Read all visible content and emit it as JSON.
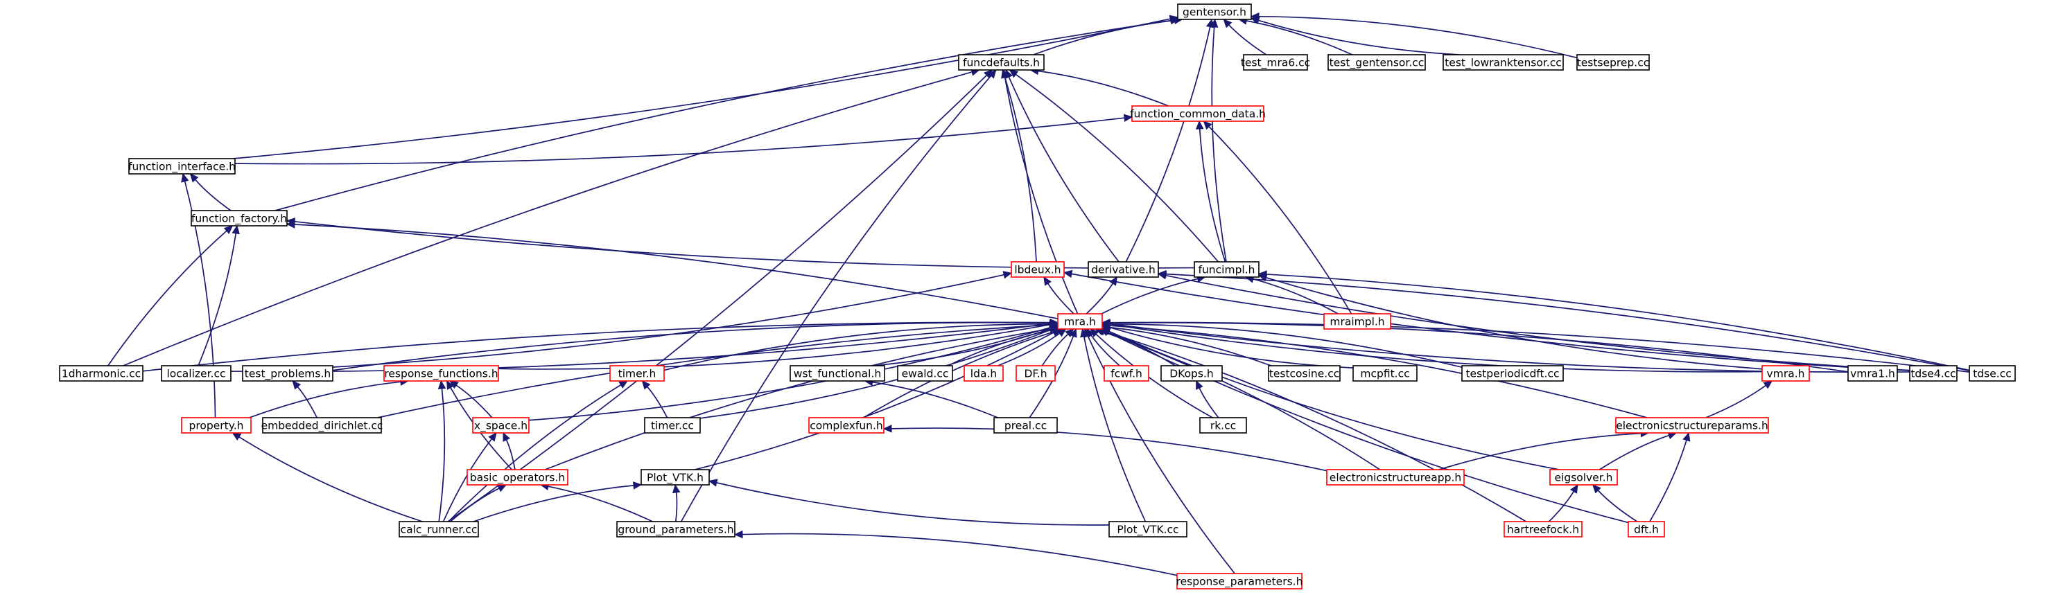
{
  "diagram": {
    "type": "include-dependency-graph",
    "root": "gentensor.h",
    "colors": {
      "edge": "#191970",
      "node_border": "#000000",
      "node_border_truncated": "#ff0000",
      "root_fill": "#bfbfbf",
      "node_fill": "#ffffff"
    },
    "nodes": [
      {
        "id": "gentensor",
        "label": "gentensor.h",
        "style": "root"
      },
      {
        "id": "test_mra6",
        "label": "test_mra6.cc",
        "style": "normal"
      },
      {
        "id": "test_gentensor",
        "label": "test_gentensor.cc",
        "style": "normal"
      },
      {
        "id": "test_lowranktensor",
        "label": "test_lowranktensor.cc",
        "style": "normal"
      },
      {
        "id": "testseprep",
        "label": "testseprep.cc",
        "style": "normal"
      },
      {
        "id": "funcdefaults",
        "label": "funcdefaults.h",
        "style": "normal"
      },
      {
        "id": "function_common_data",
        "label": "function_common_data.h",
        "style": "truncated"
      },
      {
        "id": "function_interface",
        "label": "function_interface.h",
        "style": "normal"
      },
      {
        "id": "function_factory",
        "label": "function_factory.h",
        "style": "normal"
      },
      {
        "id": "lbdeux",
        "label": "lbdeux.h",
        "style": "truncated"
      },
      {
        "id": "derivative",
        "label": "derivative.h",
        "style": "normal"
      },
      {
        "id": "funcimpl",
        "label": "funcimpl.h",
        "style": "normal"
      },
      {
        "id": "mraimpl",
        "label": "mraimpl.h",
        "style": "truncated"
      },
      {
        "id": "mra",
        "label": "mra.h",
        "style": "truncated"
      },
      {
        "id": "1dharmonic",
        "label": "1dharmonic.cc",
        "style": "normal"
      },
      {
        "id": "localizer",
        "label": "localizer.cc",
        "style": "normal"
      },
      {
        "id": "test_problems",
        "label": "test_problems.h",
        "style": "normal"
      },
      {
        "id": "response_functions",
        "label": "response_functions.h",
        "style": "truncated"
      },
      {
        "id": "timer_h",
        "label": "timer.h",
        "style": "truncated"
      },
      {
        "id": "wst_functional",
        "label": "wst_functional.h",
        "style": "normal"
      },
      {
        "id": "ewald",
        "label": "ewald.cc",
        "style": "normal"
      },
      {
        "id": "lda",
        "label": "lda.h",
        "style": "truncated"
      },
      {
        "id": "DF",
        "label": "DF.h",
        "style": "truncated"
      },
      {
        "id": "fcwf",
        "label": "fcwf.h",
        "style": "truncated"
      },
      {
        "id": "DKops",
        "label": "DKops.h",
        "style": "normal"
      },
      {
        "id": "testcosine",
        "label": "testcosine.cc",
        "style": "normal"
      },
      {
        "id": "mcpfit",
        "label": "mcpfit.cc",
        "style": "normal"
      },
      {
        "id": "testperiodicdft",
        "label": "testperiodicdft.cc",
        "style": "normal"
      },
      {
        "id": "vmra_h",
        "label": "vmra.h",
        "style": "truncated"
      },
      {
        "id": "vmra1",
        "label": "vmra1.h",
        "style": "normal"
      },
      {
        "id": "tdse4",
        "label": "tdse4.cc",
        "style": "normal"
      },
      {
        "id": "tdse",
        "label": "tdse.cc",
        "style": "normal"
      },
      {
        "id": "property",
        "label": "property.h",
        "style": "truncated"
      },
      {
        "id": "embedded_dirichlet",
        "label": "embedded_dirichlet.cc",
        "style": "normal"
      },
      {
        "id": "x_space",
        "label": "x_space.h",
        "style": "truncated"
      },
      {
        "id": "timer_cc",
        "label": "timer.cc",
        "style": "normal"
      },
      {
        "id": "complexfun",
        "label": "complexfun.h",
        "style": "truncated"
      },
      {
        "id": "preal",
        "label": "preal.cc",
        "style": "normal"
      },
      {
        "id": "rk",
        "label": "rk.cc",
        "style": "normal"
      },
      {
        "id": "electronicstructureparams",
        "label": "electronicstructureparams.h",
        "style": "truncated"
      },
      {
        "id": "basic_operators",
        "label": "basic_operators.h",
        "style": "truncated"
      },
      {
        "id": "plot_vtk_h",
        "label": "Plot_VTK.h",
        "style": "normal"
      },
      {
        "id": "electronicstructureapp",
        "label": "electronicstructureapp.h",
        "style": "truncated"
      },
      {
        "id": "eigsolver",
        "label": "eigsolver.h",
        "style": "truncated"
      },
      {
        "id": "calc_runner",
        "label": "calc_runner.cc",
        "style": "normal"
      },
      {
        "id": "ground_parameters",
        "label": "ground_parameters.h",
        "style": "normal"
      },
      {
        "id": "plot_vtk_cc",
        "label": "Plot_VTK.cc",
        "style": "normal"
      },
      {
        "id": "hartreefock",
        "label": "hartreefock.h",
        "style": "truncated"
      },
      {
        "id": "dft",
        "label": "dft.h",
        "style": "truncated"
      },
      {
        "id": "response_parameters",
        "label": "response_parameters.h",
        "style": "truncated"
      }
    ],
    "edges": [
      [
        "test_mra6",
        "gentensor"
      ],
      [
        "test_gentensor",
        "gentensor"
      ],
      [
        "test_lowranktensor",
        "gentensor"
      ],
      [
        "testseprep",
        "gentensor"
      ],
      [
        "funcdefaults",
        "gentensor"
      ],
      [
        "function_interface",
        "gentensor"
      ],
      [
        "function_factory",
        "gentensor"
      ],
      [
        "derivative",
        "gentensor"
      ],
      [
        "funcimpl",
        "gentensor"
      ],
      [
        "function_common_data",
        "funcdefaults"
      ],
      [
        "1dharmonic",
        "funcdefaults"
      ],
      [
        "calc_runner",
        "funcdefaults"
      ],
      [
        "ground_parameters",
        "funcdefaults"
      ],
      [
        "lbdeux",
        "funcdefaults"
      ],
      [
        "derivative",
        "funcdefaults"
      ],
      [
        "funcimpl",
        "funcdefaults"
      ],
      [
        "mra",
        "funcdefaults"
      ],
      [
        "function_interface",
        "function_common_data"
      ],
      [
        "funcimpl",
        "function_common_data"
      ],
      [
        "mraimpl",
        "function_common_data"
      ],
      [
        "function_factory",
        "function_interface"
      ],
      [
        "property",
        "function_interface"
      ],
      [
        "funcimpl",
        "function_factory"
      ],
      [
        "mra",
        "function_factory"
      ],
      [
        "1dharmonic",
        "function_factory"
      ],
      [
        "localizer",
        "function_factory"
      ],
      [
        "mra",
        "lbdeux"
      ],
      [
        "test_problems",
        "lbdeux"
      ],
      [
        "tdse4",
        "lbdeux"
      ],
      [
        "mra",
        "derivative"
      ],
      [
        "tdse4",
        "derivative"
      ],
      [
        "tdse",
        "derivative"
      ],
      [
        "mra",
        "funcimpl"
      ],
      [
        "mraimpl",
        "funcimpl"
      ],
      [
        "vmra_h",
        "funcimpl"
      ],
      [
        "tdse",
        "funcimpl"
      ],
      [
        "1dharmonic",
        "mra"
      ],
      [
        "localizer",
        "mra"
      ],
      [
        "test_problems",
        "mra"
      ],
      [
        "response_functions",
        "mra"
      ],
      [
        "embedded_dirichlet",
        "mra"
      ],
      [
        "x_space",
        "mra"
      ],
      [
        "timer_h",
        "mra"
      ],
      [
        "timer_cc",
        "mra"
      ],
      [
        "basic_operators",
        "mra"
      ],
      [
        "plot_vtk_h",
        "mra"
      ],
      [
        "complexfun",
        "mra"
      ],
      [
        "wst_functional",
        "mra"
      ],
      [
        "ewald",
        "mra"
      ],
      [
        "lda",
        "mra"
      ],
      [
        "DF",
        "mra"
      ],
      [
        "preal",
        "mra"
      ],
      [
        "fcwf",
        "mra"
      ],
      [
        "DKops",
        "mra"
      ],
      [
        "rk",
        "mra"
      ],
      [
        "testcosine",
        "mra"
      ],
      [
        "mcpfit",
        "mra"
      ],
      [
        "electronicstructureapp",
        "mra"
      ],
      [
        "plot_vtk_cc",
        "mra"
      ],
      [
        "hartreefock",
        "mra"
      ],
      [
        "eigsolver",
        "mra"
      ],
      [
        "testperiodicdft",
        "mra"
      ],
      [
        "vmra_h",
        "mra"
      ],
      [
        "electronicstructureparams",
        "mra"
      ],
      [
        "dft",
        "mra"
      ],
      [
        "vmra1",
        "mra"
      ],
      [
        "tdse4",
        "mra"
      ],
      [
        "tdse",
        "mra"
      ],
      [
        "response_parameters",
        "mra"
      ],
      [
        "embedded_dirichlet",
        "test_problems"
      ],
      [
        "property",
        "response_functions"
      ],
      [
        "x_space",
        "response_functions"
      ],
      [
        "basic_operators",
        "response_functions"
      ],
      [
        "calc_runner",
        "response_functions"
      ],
      [
        "calc_runner",
        "property"
      ],
      [
        "basic_operators",
        "x_space"
      ],
      [
        "calc_runner",
        "x_space"
      ],
      [
        "timer_cc",
        "timer_h"
      ],
      [
        "calc_runner",
        "timer_h"
      ],
      [
        "preal",
        "wst_functional"
      ],
      [
        "rk",
        "DKops"
      ],
      [
        "electronicstructureapp",
        "complexfun"
      ],
      [
        "electronicstructureapp",
        "electronicstructureparams"
      ],
      [
        "electronicstructureparams",
        "vmra_h"
      ],
      [
        "eigsolver",
        "electronicstructureparams"
      ],
      [
        "dft",
        "electronicstructureparams"
      ],
      [
        "calc_runner",
        "basic_operators"
      ],
      [
        "ground_parameters",
        "basic_operators"
      ],
      [
        "calc_runner",
        "plot_vtk_h"
      ],
      [
        "ground_parameters",
        "plot_vtk_h"
      ],
      [
        "plot_vtk_cc",
        "plot_vtk_h"
      ],
      [
        "hartreefock",
        "eigsolver"
      ],
      [
        "dft",
        "eigsolver"
      ],
      [
        "response_parameters",
        "ground_parameters"
      ]
    ]
  }
}
